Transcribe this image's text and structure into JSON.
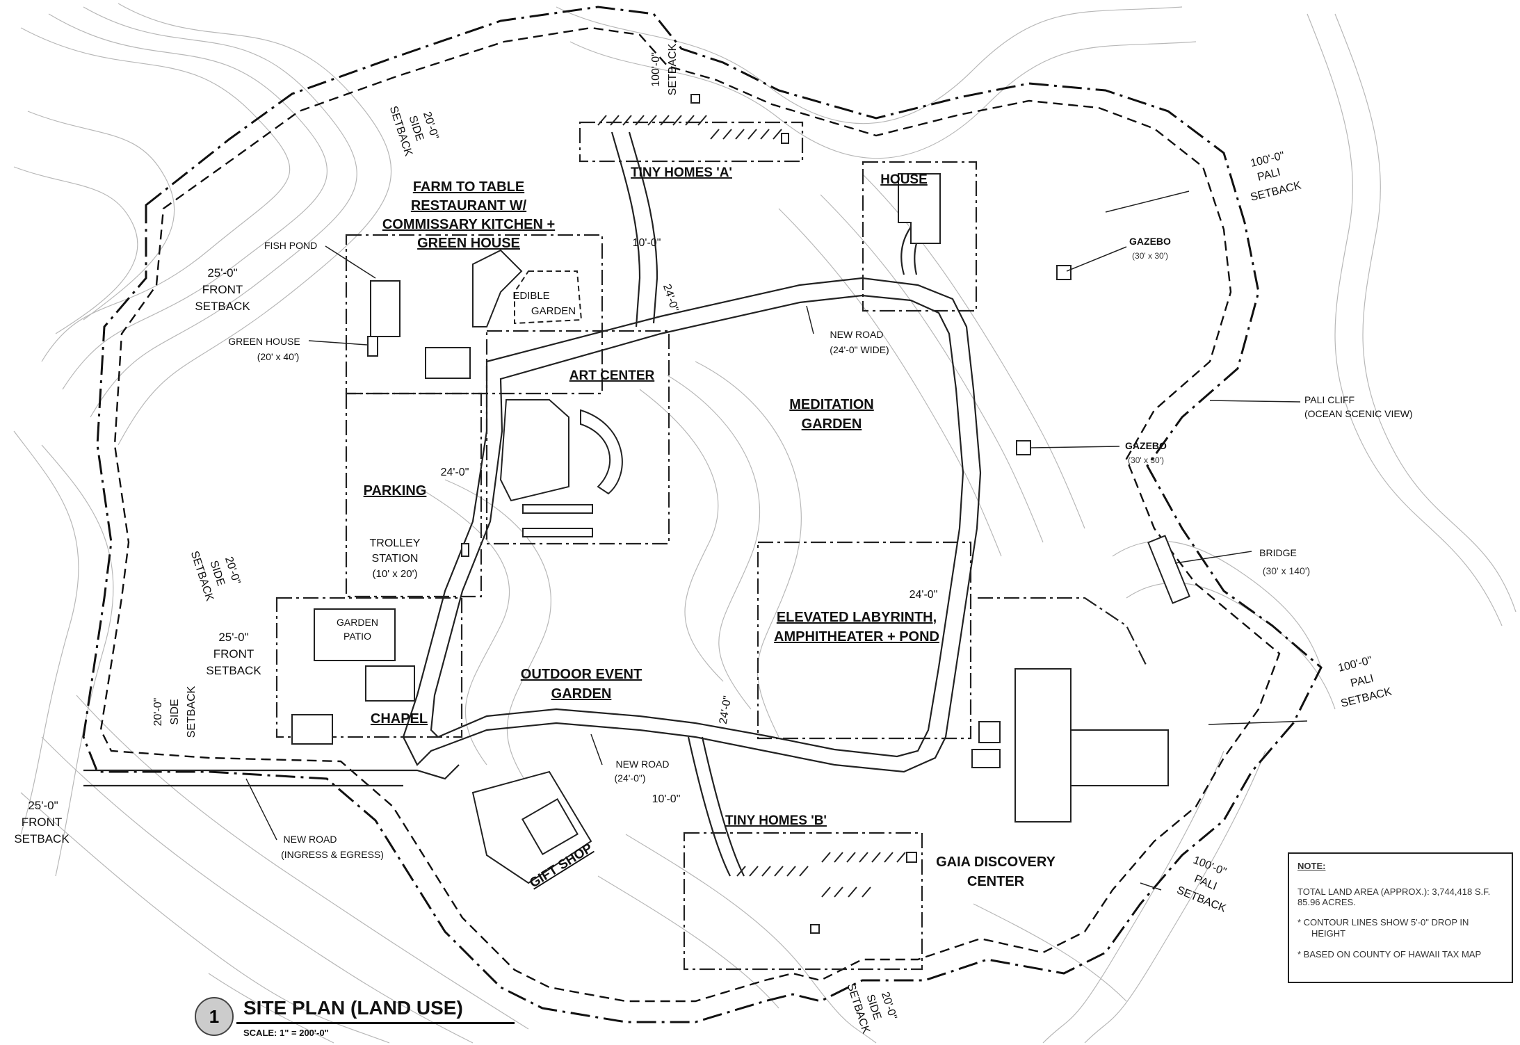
{
  "labels": {
    "farm_restaurant": [
      "FARM TO TABLE",
      "RESTAURANT W/",
      "COMMISSARY KITCHEN +",
      "GREEN HOUSE"
    ],
    "tiny_homes_a": "TINY HOMES 'A'",
    "tiny_homes_b": "TINY HOMES 'B'",
    "house": "HOUSE",
    "art_center": "ART CENTER",
    "meditation_garden": [
      "MEDITATION",
      "GARDEN"
    ],
    "parking": "PARKING",
    "chapel": "CHAPEL",
    "outdoor_event_garden": [
      "OUTDOOR EVENT",
      "GARDEN"
    ],
    "elevated_labyrinth": [
      "ELEVATED LABYRINTH,",
      "AMPHITHEATER + POND"
    ],
    "gift_shop": "GIFT SHOP",
    "gaia_center": [
      "GAIA DISCOVERY",
      "CENTER"
    ],
    "fish_pond": "FISH POND",
    "edible_garden": [
      "EDIBLE",
      "GARDEN"
    ],
    "green_house": [
      "GREEN HOUSE",
      "(20' x 40')"
    ],
    "trolley_station": [
      "TROLLEY",
      "STATION",
      "(10' x 20')"
    ],
    "garden_patio": [
      "GARDEN",
      "PATIO"
    ],
    "gazebo_top": [
      "GAZEBO",
      "(30' x 30')"
    ],
    "gazebo_mid": [
      "GAZEBO",
      "(30' x 30')"
    ],
    "bridge": [
      "BRIDGE",
      "(30' x 140')"
    ],
    "pali_cliff": [
      "PALI CLIFF",
      "(OCEAN SCENIC VIEW)"
    ],
    "new_road_top": [
      "NEW ROAD",
      "(24'-0\" WIDE)"
    ],
    "new_road_mid": [
      "NEW ROAD",
      "(24'-0\")"
    ],
    "new_road_bottom": [
      "NEW ROAD",
      "(INGRESS & EGRESS)"
    ]
  },
  "dimensions": {
    "setback_100_top": [
      "100'-0\"",
      "SETBACK"
    ],
    "setback_20_side_top": [
      "20'-0\"",
      "SIDE",
      "SETBACK"
    ],
    "setback_25_front_1": [
      "25'-0\"",
      "FRONT",
      "SETBACK"
    ],
    "setback_20_side_left": [
      "20'-0\"",
      "SIDE",
      "SETBACK"
    ],
    "setback_25_front_2": [
      "25'-0\"",
      "FRONT",
      "SETBACK"
    ],
    "setback_20_side_left2": [
      "20'-0\"",
      "SIDE",
      "SETBACK"
    ],
    "setback_25_front_3": [
      "25'-0\"",
      "FRONT",
      "SETBACK"
    ],
    "setback_20_side_bottom": [
      "20'-0\"",
      "SIDE",
      "SETBACK"
    ],
    "pali_setback_1": [
      "100'-0\"",
      "PALI",
      "SETBACK"
    ],
    "pali_setback_2": [
      "100'-0\"",
      "PALI",
      "SETBACK"
    ],
    "pali_setback_3": [
      "100'-0\"",
      "PALI",
      "SETBACK"
    ],
    "road_10_a": "10'-0\"",
    "road_24_a": "24'-0\"",
    "road_24_b": "24'-0\"",
    "road_24_c": "24'-0\"",
    "road_24_d": "24'-0\"",
    "road_10_b": "10'-0\""
  },
  "note": {
    "title": "NOTE:",
    "area": "TOTAL LAND AREA (APPROX.): 3,744,418 S.F. 85.96 ACRES.",
    "items": [
      "*    CONTOUR LINES SHOW 5'-0\" DROP IN HEIGHT",
      "*    BASED ON COUNTY OF HAWAII TAX MAP"
    ]
  },
  "title_block": {
    "number": "1",
    "title": "SITE PLAN (LAND USE)",
    "scale": "SCALE: 1\" = 200'-0\""
  }
}
